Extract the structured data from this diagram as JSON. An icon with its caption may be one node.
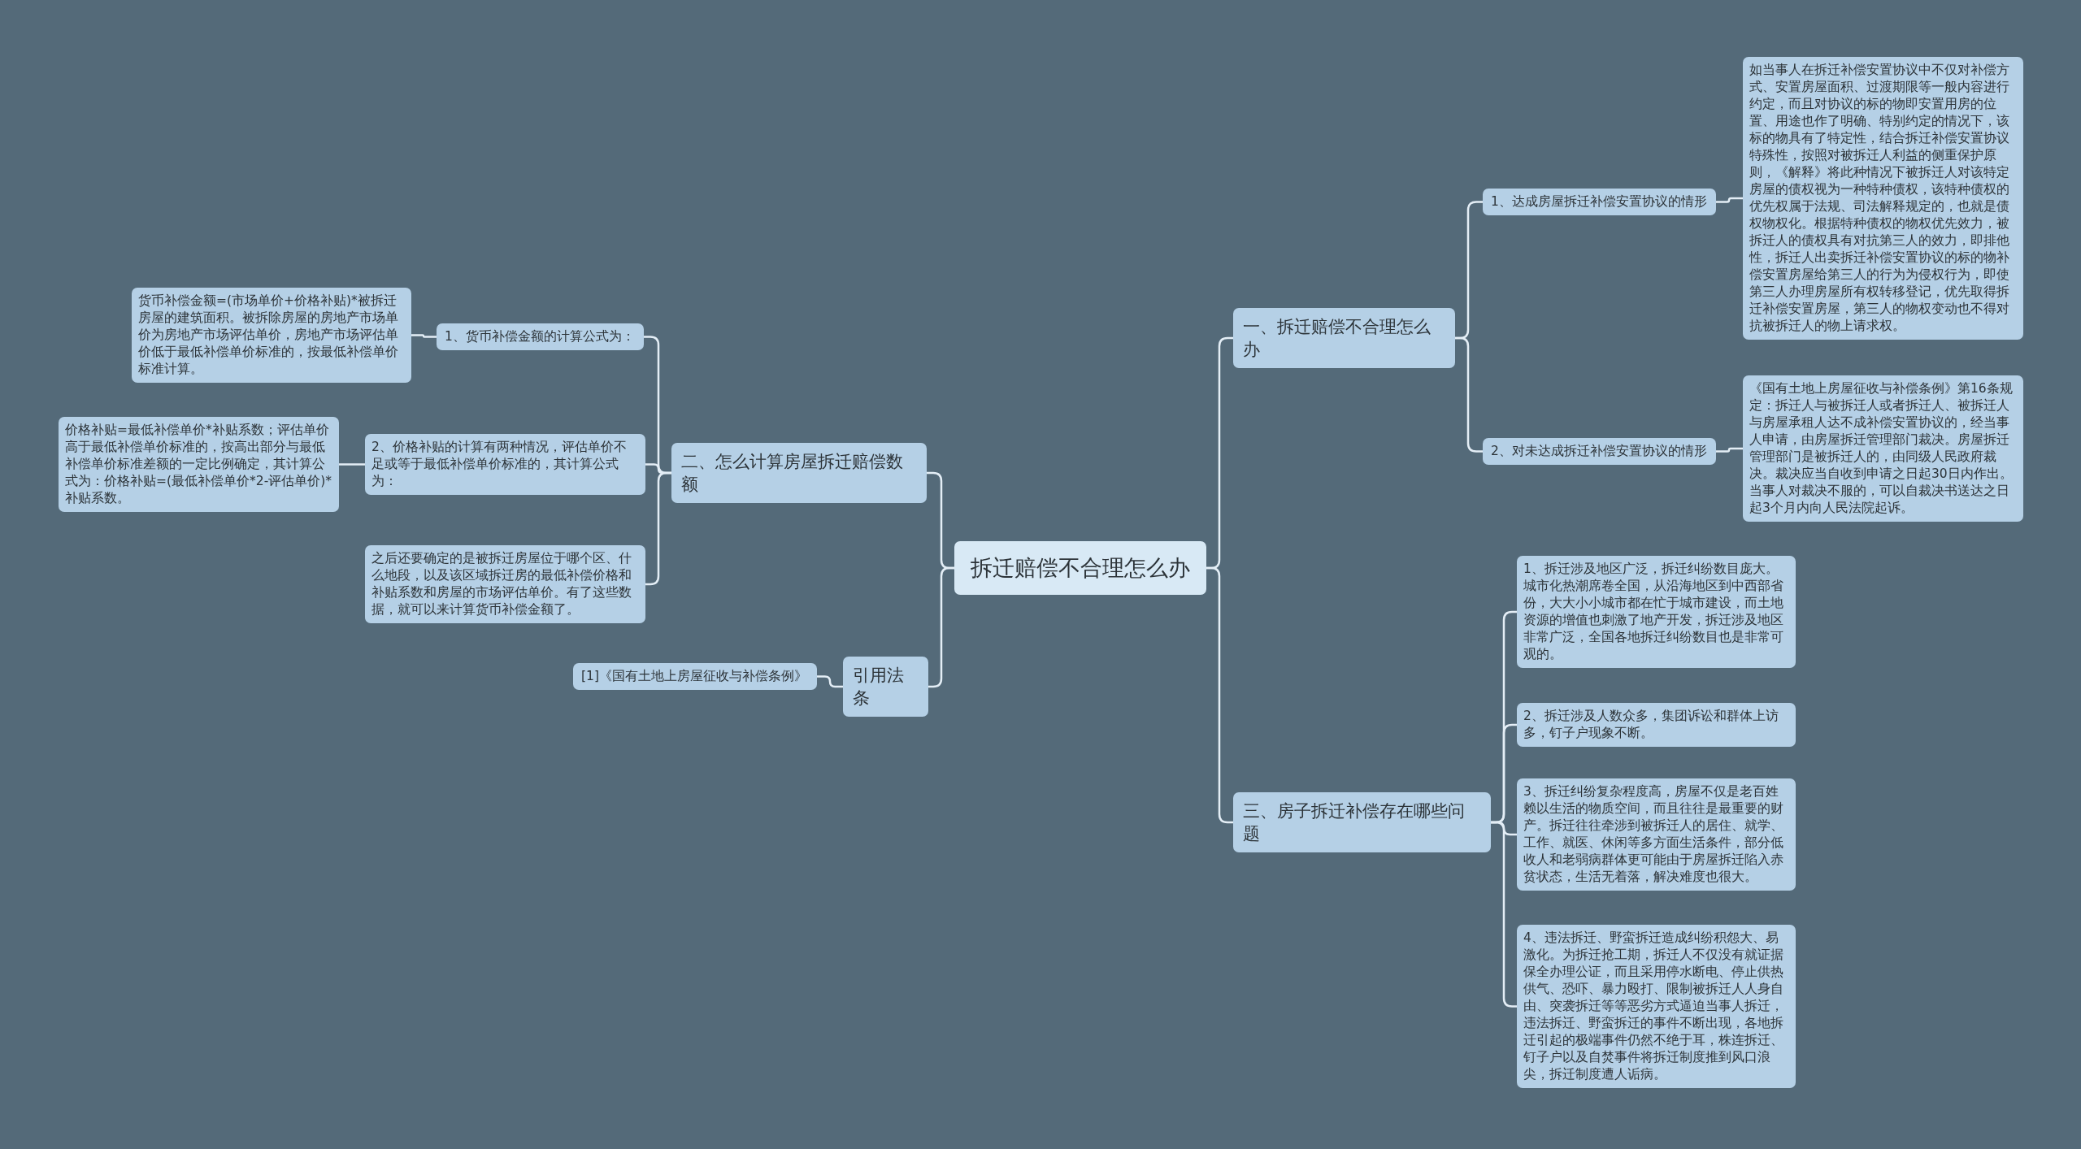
{
  "diagram": {
    "nodes": [
      {
        "text": [
          "拆迁赔偿不合理怎么办"
        ]
      },
      {
        "text": [
          "一、拆迁赔偿不合理怎么办"
        ]
      },
      {
        "text": [
          "1、达成房屋拆迁补偿安置协议的情形"
        ]
      },
      {
        "text": [
          "如当事人在拆迁补偿安置协议中不仅对补偿方式、安置房屋面积、过渡期限等一般内容进行约定，而且对协议的标的物即安置用房的位置、用途也作了明确、特别约定的情况下，该标的物具有了特定性，结合拆迁补偿安置协议特殊性，按照对被拆迁人利益的侧重保护原则，《解释》将此种情况下被拆迁人对该特定房屋的债权视为一种特种债权，该特种债权的优先权属于法规、司法解释规定的，也就是债权物权化。根据特种债权的物权优先效力，被拆迁人的债权具有对抗第三人的效力，即排他性，拆迁人出卖拆迁补偿安置协议的标的物补偿安置房屋给第三人的行为为侵权行为，即使第三人办理房屋所有权转移登记，优先取得拆迁补偿安置房屋，第三人的物权变动也不得对抗被拆迁人的物上请求权。"
        ]
      },
      {
        "text": [
          "2、对未达成拆迁补偿安置协议的情形"
        ]
      },
      {
        "text": [
          "《国有土地上房屋征收与补偿条例》第16条规定：拆迁人与被拆迁人或者拆迁人、被拆迁人与房屋承租人达不成补偿安置协议的，经当事人申请，由房屋拆迁管理部门裁决。房屋拆迁管理部门是被拆迁人的，由同级人民政府裁决。裁决应当自收到申请之日起30日内作出。当事人对裁决不服的，可以自裁决书送达之日起3个月内向人民法院起诉。"
        ]
      },
      {
        "text": [
          "三、房子拆迁补偿存在哪些问题"
        ]
      },
      {
        "text": [
          "1、拆迁涉及地区广泛，拆迁纠纷数目庞大。城市化热潮席卷全国，从沿海地区到中西部省份，大大小小城市都在忙于城市建设，而土地资源的增值也刺激了地产开发，拆迁涉及地区非常广泛，全国各地拆迁纠纷数目也是非常可观的。"
        ]
      },
      {
        "text": [
          "2、拆迁涉及人数众多，集团诉讼和群体上访多，钉子户现象不断。"
        ]
      },
      {
        "text": [
          "3、拆迁纠纷复杂程度高，房屋不仅是老百姓赖以生活的物质空间，而且往往是最重要的财产。拆迁往往牵涉到被拆迁人的居住、就学、工作、就医、休闲等多方面生活条件，部分低收人和老弱病群体更可能由于房屋拆迁陷入赤贫状态，生活无着落，解决难度也很大。"
        ]
      },
      {
        "text": [
          "4、违法拆迁、野蛮拆迁造成纠纷积怨大、易激化。为拆迁抢工期，拆迁人不仅没有就证据保全办理公证，而且采用停水断电、停止供热供气、恐吓、暴力殴打、限制被拆迁人人身自由、突袭拆迁等等恶劣方式逼迫当事人拆迁，违法拆迁、野蛮拆迁的事件不断出现，各地拆迁引起的极端事件仍然不绝于耳，株连拆迁、钉子户以及自焚事件将拆迁制度推到风口浪尖，拆迁制度遭人诟病。"
        ]
      },
      {
        "text": [
          "二、怎么计算房屋拆迁赔偿数额"
        ]
      },
      {
        "text": [
          "1、货币补偿金额的计算公式为："
        ]
      },
      {
        "text": [
          "货币补偿金额=(市场单价+价格补贴)*被拆迁房屋的建筑面积。被拆除房屋的房地产市场单价为房地产市场评估单价，房地产市场评估单价低于最低补偿单价标准的，按最低补偿单价标准计算。"
        ]
      },
      {
        "text": [
          "2、价格补贴的计算有两种情况，评估单价不足或等于最低补偿单价标准的，其计算公式为："
        ]
      },
      {
        "text": [
          "价格补贴=最低补偿单价*补贴系数；评估单价高于最低补偿单价标准的，按高出部分与最低补偿单价标准差额的一定比例确定，其计算公式为：价格补贴=(最低补偿单价*2-评估单价)*补贴系数。"
        ]
      },
      {
        "text": [
          "之后还要确定的是被拆迁房屋位于哪个区、什么地段，以及该区域拆迁房的最低补偿价格和补贴系数和房屋的市场评估单价。有了这些数据，就可以来计算货币补偿金额了。"
        ]
      },
      {
        "text": [
          "引用法条"
        ]
      },
      {
        "text": [
          "[1]《国有土地上房屋征收与补偿条例》"
        ]
      }
    ],
    "edges": [
      {
        "from": 0,
        "to": 1,
        "arrow": "none"
      },
      {
        "from": 1,
        "to": 2,
        "arrow": "none"
      },
      {
        "from": 2,
        "to": 3,
        "arrow": "none"
      },
      {
        "from": 1,
        "to": 4,
        "arrow": "none"
      },
      {
        "from": 4,
        "to": 5,
        "arrow": "none"
      },
      {
        "from": 0,
        "to": 6,
        "arrow": "none"
      },
      {
        "from": 6,
        "to": 7,
        "arrow": "none"
      },
      {
        "from": 6,
        "to": 8,
        "arrow": "none"
      },
      {
        "from": 6,
        "to": 9,
        "arrow": "none"
      },
      {
        "from": 6,
        "to": 10,
        "arrow": "none"
      },
      {
        "from": 0,
        "to": 11,
        "arrow": "none"
      },
      {
        "from": 11,
        "to": 12,
        "arrow": "none"
      },
      {
        "from": 12,
        "to": 13,
        "arrow": "none"
      },
      {
        "from": 11,
        "to": 14,
        "arrow": "none"
      },
      {
        "from": 14,
        "to": 15,
        "arrow": "none"
      },
      {
        "from": 11,
        "to": 16,
        "arrow": "none"
      },
      {
        "from": 0,
        "to": 17,
        "arrow": "none"
      },
      {
        "from": 17,
        "to": 18,
        "arrow": "none"
      }
    ]
  }
}
